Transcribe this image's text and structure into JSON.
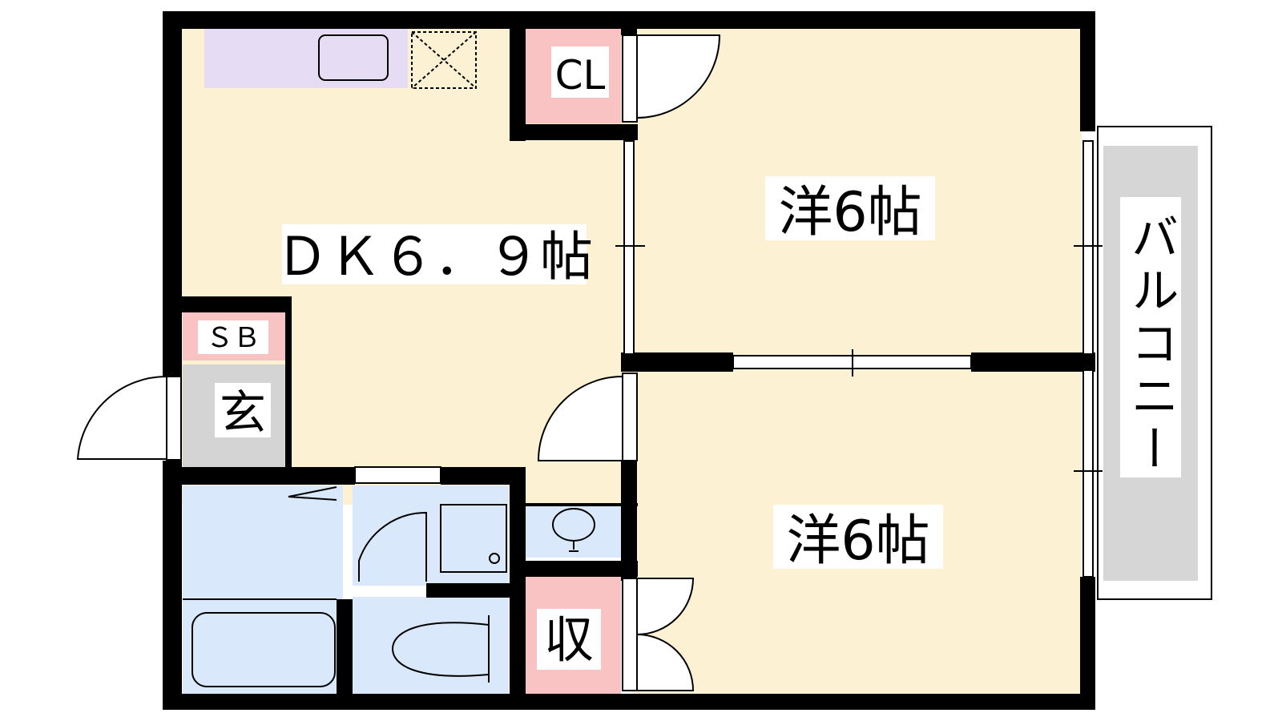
{
  "rooms": {
    "dk": "ＤＫ６．９帖",
    "western_1": "洋6帖",
    "western_2": "洋6帖",
    "closet": "CL",
    "shoe_box": "ＳＢ",
    "entrance": "玄",
    "storage": "収",
    "balcony": "バルコニー"
  },
  "colors": {
    "floor": "#fdf1d3",
    "kitchen": "#e6dcf4",
    "closet": "#f9c2c3",
    "entrance": "#d4d4d4",
    "wet_area": "#d9e8fb",
    "balcony": "#d6d6d6",
    "wall": "#000000"
  }
}
